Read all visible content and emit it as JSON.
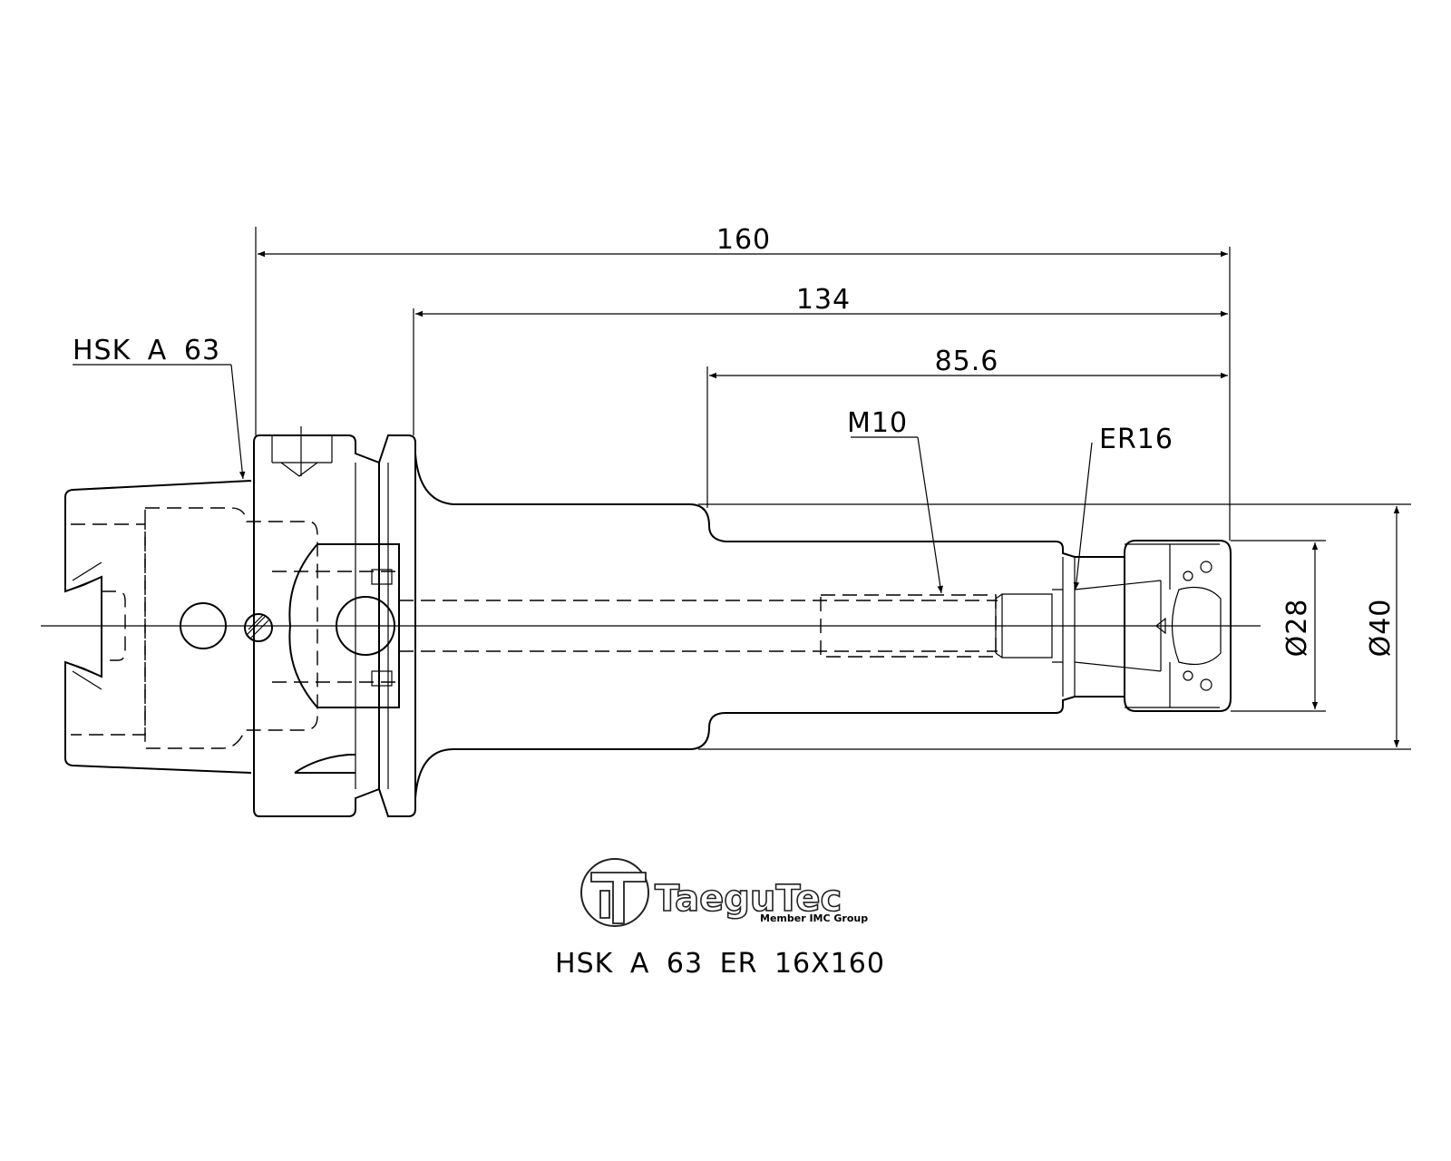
{
  "dimensions": {
    "overall_length": "160",
    "gauge_to_end": "134",
    "nose_length": "85.6",
    "collet_nut_diameter": "Ø28",
    "body_diameter": "Ø40"
  },
  "callouts": {
    "shank": "HSK A 63",
    "thread": "M10",
    "collet": "ER16"
  },
  "logo": {
    "brand": "TaeguTec",
    "tagline": "Member IMC Group"
  },
  "caption": "HSK A 63 ER 16X160"
}
